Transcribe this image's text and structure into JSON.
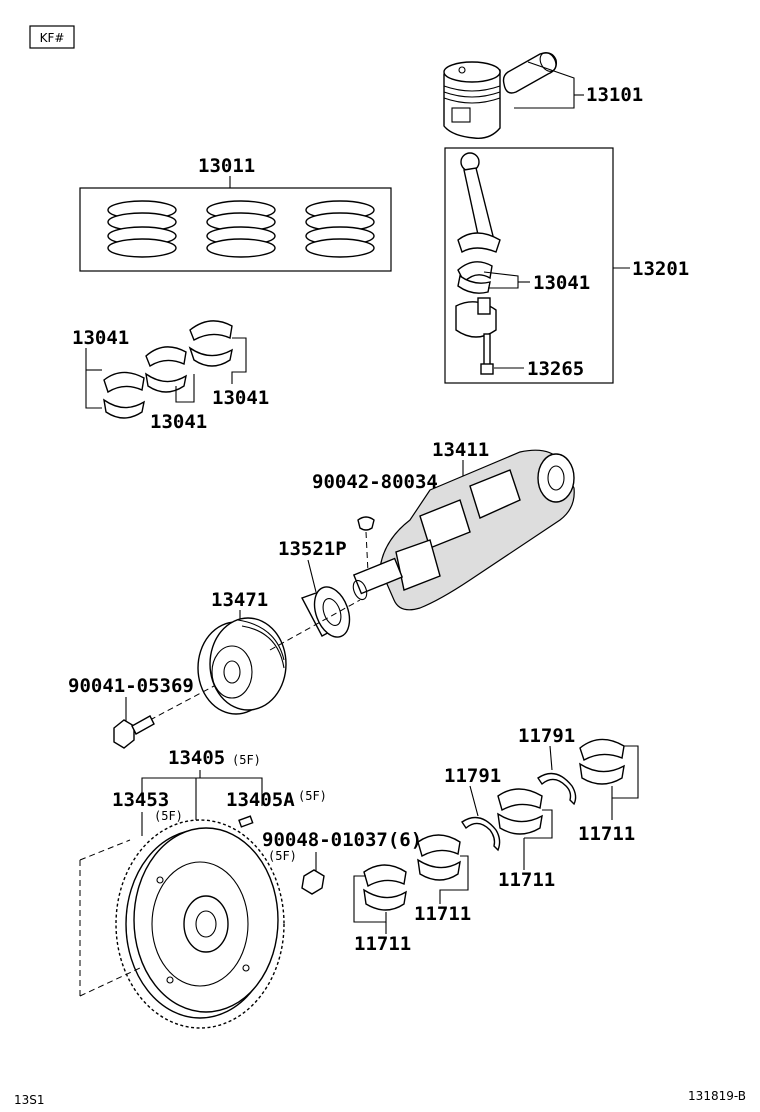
{
  "diagram_code": "KF#",
  "footer_left": "13S1",
  "footer_right": "131819-B",
  "labels": {
    "piston": "13101",
    "ring_set": "13011",
    "conn_rod": "13201",
    "rod_bearing_inner": "13041",
    "rod_bolt": "13265",
    "bearing_left_a": "13041",
    "bearing_left_b": "13041",
    "bearing_left_c": "13041",
    "crankshaft": "13411",
    "key": "90042-80034",
    "crank_gear": "13521P",
    "pulley": "13471",
    "pulley_bolt": "90041-05369",
    "flywheel_assy": "13405",
    "flywheel_assy_note": "(5F)",
    "ring_gear": "13453",
    "ring_gear_note": "(5F)",
    "pin": "13405A",
    "pin_note": "(5F)",
    "flywheel_bolt": "90048-01037(6)",
    "flywheel_bolt_note": "(5F)",
    "thrust_washer_a": "11791",
    "thrust_washer_b": "11791",
    "main_bearing_a": "11711",
    "main_bearing_b": "11711",
    "main_bearing_c": "11711",
    "main_bearing_d": "11711"
  }
}
